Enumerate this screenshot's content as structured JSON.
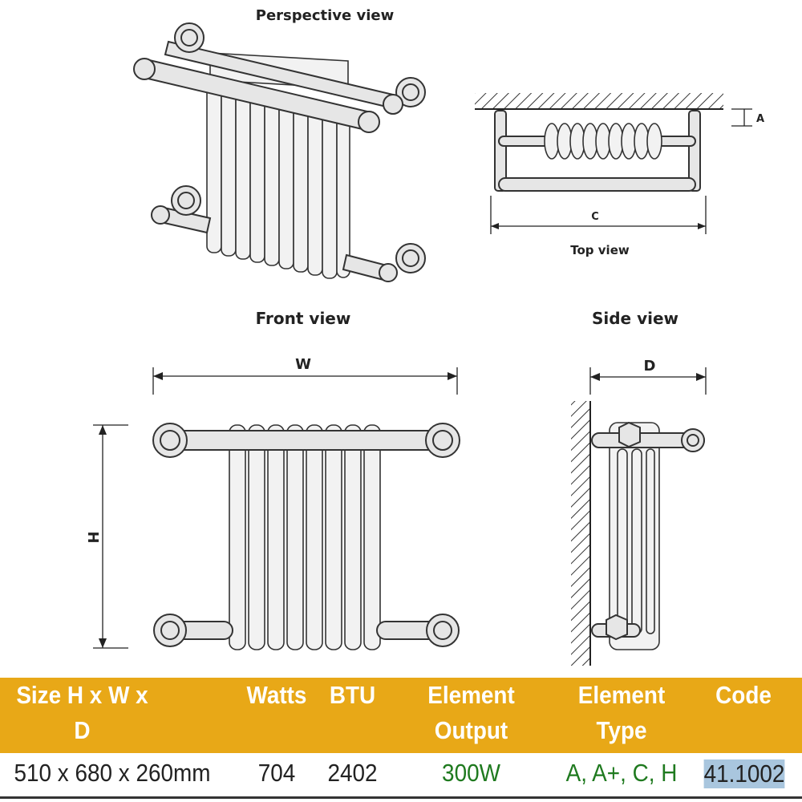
{
  "views": {
    "perspective": "Perspective view",
    "top": "Top view",
    "front": "Front view",
    "side": "Side view"
  },
  "dimension_labels": {
    "width": "W",
    "height": "H",
    "depth": "D",
    "offset": "A",
    "centres": "C"
  },
  "table": {
    "headers": {
      "size": "Size H x W x D",
      "watts": "Watts",
      "btu": "BTU",
      "element_output_1": "Element",
      "element_output_2": "Output",
      "element_type_1": "Element",
      "element_type_2": "Type",
      "code": "Code"
    },
    "row": {
      "size": "510 x 680 x 260mm",
      "watts": "704",
      "btu": "2402",
      "element_output": "300W",
      "element_type": "A, A+, C, H",
      "code": "41.1002"
    }
  },
  "colors": {
    "header_bg": "#e8a817",
    "header_text": "#ffffff",
    "element_text": "#1f7a1f",
    "code_highlight": "#a9c6de"
  }
}
